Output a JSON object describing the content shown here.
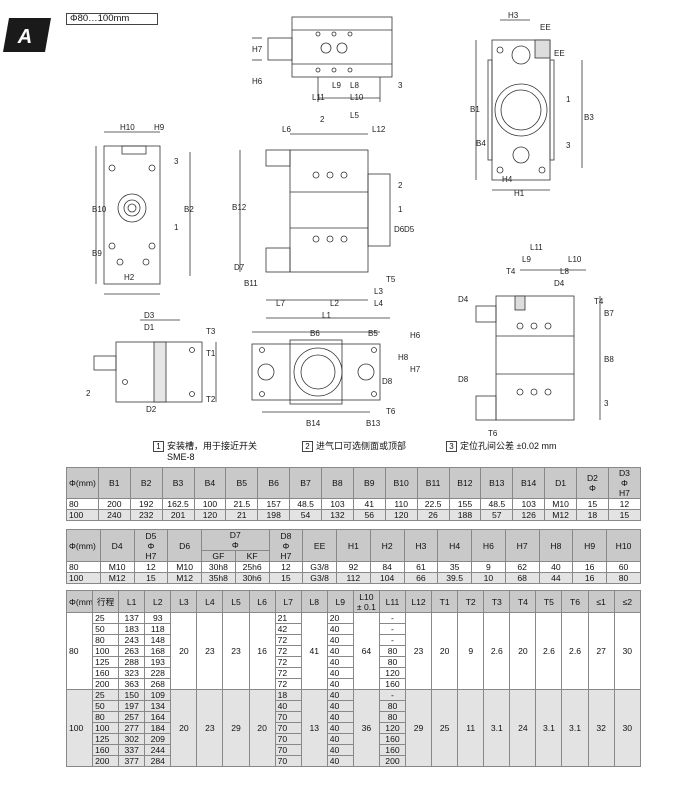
{
  "section_letter": "A",
  "scope_label": "Φ80…100mm",
  "notes": [
    {
      "num": "1",
      "text": "安装槽，用于接近开关",
      "text2": "SME-8"
    },
    {
      "num": "2",
      "text": "进气口可选侧面或顶部"
    },
    {
      "num": "3",
      "text": "定位孔间公差 ±0.02 mm"
    }
  ],
  "drawing_labels": {
    "top_center": [
      "H7",
      "H6",
      "L9",
      "L8",
      "L11",
      "L10",
      "3"
    ],
    "top_right": [
      "H3",
      "EE",
      "EE",
      "B1",
      "B3",
      "B4",
      "H4",
      "H1",
      "1",
      "3"
    ],
    "left_mid": [
      "H10",
      "H9",
      "B10",
      "B2",
      "B9",
      "H2",
      "3",
      "1"
    ],
    "center_mid": [
      "2",
      "L6",
      "L5",
      "L12",
      "B12",
      "D7",
      "B11",
      "L7",
      "L2",
      "L1",
      "L3",
      "L4",
      "T5",
      "D6",
      "D5",
      "2",
      "1"
    ],
    "right_mid": [
      "L11",
      "L9",
      "L10",
      "T4",
      "L8",
      "D4",
      "D4",
      "B7",
      "T4",
      "B8",
      "D8",
      "T6",
      "3"
    ],
    "bottom_left": [
      "D3",
      "D1",
      "T3",
      "T1",
      "T2",
      "D2",
      "2"
    ],
    "bottom_center": [
      "B6",
      "B5",
      "H6",
      "H8",
      "H7",
      "D8",
      "B14",
      "B13",
      "T6"
    ]
  },
  "table1": {
    "header": [
      "Φ(mm)",
      "B1",
      "B2",
      "B3",
      "B4",
      "B5",
      "B6",
      "B7",
      "B8",
      "B9",
      "B10",
      "B11",
      "B12",
      "B13",
      "B14",
      "D1",
      [
        "D2",
        "Φ"
      ],
      [
        "D3",
        "Φ",
        "H7"
      ]
    ],
    "rows": [
      [
        "80",
        "200",
        "192",
        "162.5",
        "100",
        "21.5",
        "157",
        "48.5",
        "103",
        "41",
        "110",
        "22.5",
        "155",
        "48.5",
        "103",
        "M10",
        "15",
        "12"
      ],
      [
        "100",
        "240",
        "232",
        "201",
        "120",
        "21",
        "198",
        "54",
        "132",
        "56",
        "120",
        "26",
        "188",
        "57",
        "126",
        "M12",
        "18",
        "15"
      ]
    ]
  },
  "table2": {
    "header": {
      "phi": "Φ(mm)",
      "D4": "D4",
      "D5": [
        "D5",
        "Φ",
        "H7"
      ],
      "D6": "D6",
      "D7": [
        "D7",
        "Φ"
      ],
      "D7_GF": "GF",
      "D7_KF": "KF",
      "D8": [
        "D8",
        "Φ",
        "H7"
      ],
      "EE": "EE",
      "H1": "H1",
      "H2": "H2",
      "H3": "H3",
      "H4": "H4",
      "H6": "H6",
      "H7": "H7",
      "H8": "H8",
      "H9": "H9",
      "H10": "H10"
    },
    "rows": [
      [
        "80",
        "M10",
        "12",
        "M10",
        "30h8",
        "25h6",
        "12",
        "G3/8",
        "92",
        "84",
        "61",
        "35",
        "9",
        "62",
        "40",
        "16",
        "60"
      ],
      [
        "100",
        "M12",
        "15",
        "M12",
        "35h8",
        "30h6",
        "15",
        "G3/8",
        "112",
        "104",
        "66",
        "39.5",
        "10",
        "68",
        "44",
        "16",
        "80"
      ]
    ]
  },
  "table3": {
    "header": [
      "Φ(mm)",
      "行程",
      "L1",
      "L2",
      "L3",
      "L4",
      "L5",
      "L6",
      "L7",
      "L8",
      "L9",
      [
        "L10",
        "± 0.1"
      ],
      "L11",
      "L12",
      "T1",
      "T2",
      "T3",
      "T4",
      "T5",
      "T6",
      "≤1",
      "≤2"
    ],
    "groups": [
      {
        "phi": "80",
        "rows": [
          [
            "25",
            "137",
            "93",
            "21",
            "20",
            "-"
          ],
          [
            "50",
            "183",
            "118",
            "42",
            "40",
            "-"
          ],
          [
            "80",
            "243",
            "148",
            "72",
            "40",
            "-"
          ],
          [
            "100",
            "263",
            "168",
            "72",
            "40",
            "80"
          ],
          [
            "125",
            "288",
            "193",
            "72",
            "40",
            "80"
          ],
          [
            "160",
            "323",
            "228",
            "72",
            "40",
            "120"
          ],
          [
            "200",
            "363",
            "268",
            "72",
            "40",
            "160"
          ]
        ],
        "shared": {
          "L3": "20",
          "L4": "23",
          "L5": "23",
          "L6": "16",
          "L8": "41",
          "L10": "64",
          "L12": "23",
          "T1": "20",
          "T2": "9",
          "T3": "2.6",
          "T4": "20",
          "T5": "2.6",
          "T6": "2.6",
          "S1": "27",
          "S2": "30"
        }
      },
      {
        "phi": "100",
        "rows": [
          [
            "25",
            "150",
            "109",
            "18",
            "40",
            "-"
          ],
          [
            "50",
            "197",
            "134",
            "40",
            "40",
            "80"
          ],
          [
            "80",
            "257",
            "164",
            "70",
            "40",
            "80"
          ],
          [
            "100",
            "277",
            "184",
            "70",
            "40",
            "120"
          ],
          [
            "125",
            "302",
            "209",
            "70",
            "40",
            "160"
          ],
          [
            "160",
            "337",
            "244",
            "70",
            "40",
            "160"
          ],
          [
            "200",
            "377",
            "284",
            "70",
            "40",
            "200"
          ]
        ],
        "shared": {
          "L3": "20",
          "L4": "23",
          "L5": "29",
          "L6": "20",
          "L8": "13",
          "L10": "36",
          "L12": "29",
          "T1": "25",
          "T2": "11",
          "T3": "3.1",
          "T4": "24",
          "T5": "3.1",
          "T6": "3.1",
          "S1": "32",
          "S2": "30"
        }
      }
    ]
  }
}
